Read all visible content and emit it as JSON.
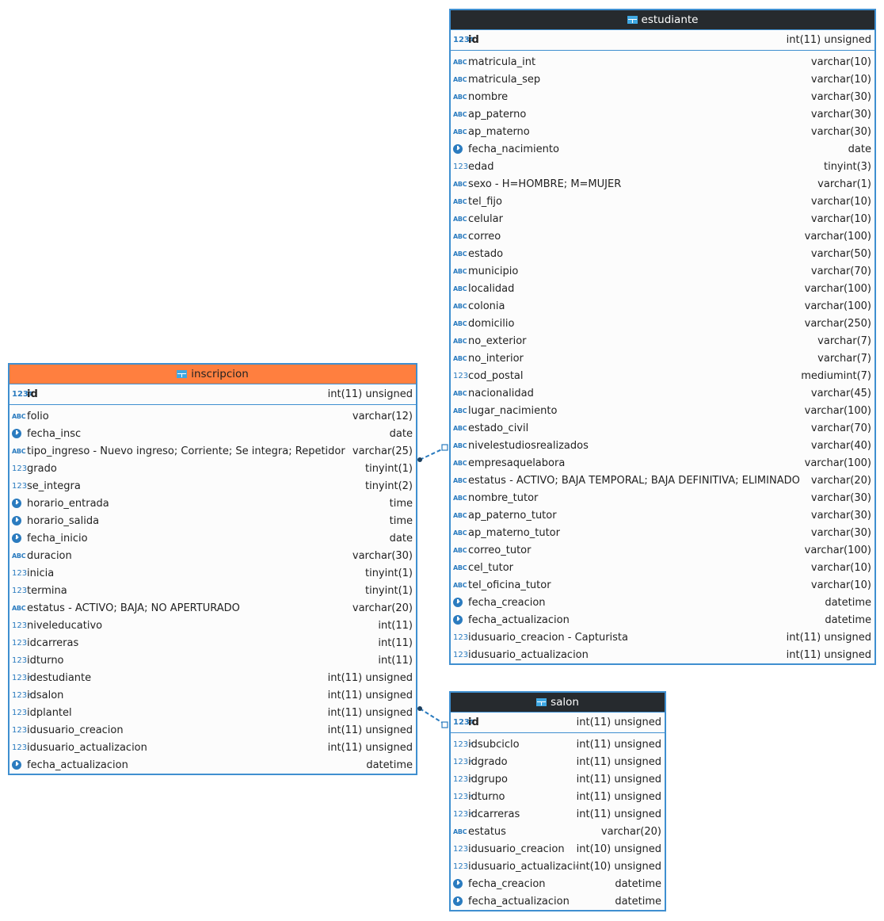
{
  "colors": {
    "dark_header": "#262a2e",
    "orange_header": "#ff7f3f",
    "border": "#3f8fd0",
    "icon": "#2a7bbf"
  },
  "entities": {
    "estudiante": {
      "title": "estudiante",
      "pk": {
        "icon": "key-number-icon",
        "name": "id",
        "type": "int(11) unsigned"
      },
      "columns": [
        {
          "icon": "abc",
          "name": "matricula_int",
          "type": "varchar(10)"
        },
        {
          "icon": "abc",
          "name": "matricula_sep",
          "type": "varchar(10)"
        },
        {
          "icon": "abc",
          "name": "nombre",
          "type": "varchar(30)"
        },
        {
          "icon": "abc",
          "name": "ap_paterno",
          "type": "varchar(30)"
        },
        {
          "icon": "abc",
          "name": "ap_materno",
          "type": "varchar(30)"
        },
        {
          "icon": "clock",
          "name": "fecha_nacimiento",
          "type": "date"
        },
        {
          "icon": "num",
          "name": "edad",
          "type": "tinyint(3)"
        },
        {
          "icon": "abc",
          "name": "sexo - H=HOMBRE; M=MUJER",
          "type": "varchar(1)"
        },
        {
          "icon": "abc",
          "name": "tel_fijo",
          "type": "varchar(10)"
        },
        {
          "icon": "abc",
          "name": "celular",
          "type": "varchar(10)"
        },
        {
          "icon": "abc",
          "name": "correo",
          "type": "varchar(100)"
        },
        {
          "icon": "abc",
          "name": "estado",
          "type": "varchar(50)"
        },
        {
          "icon": "abc",
          "name": "municipio",
          "type": "varchar(70)"
        },
        {
          "icon": "abc",
          "name": "localidad",
          "type": "varchar(100)"
        },
        {
          "icon": "abc",
          "name": "colonia",
          "type": "varchar(100)"
        },
        {
          "icon": "abc",
          "name": "domicilio",
          "type": "varchar(250)"
        },
        {
          "icon": "abc",
          "name": "no_exterior",
          "type": "varchar(7)"
        },
        {
          "icon": "abc",
          "name": "no_interior",
          "type": "varchar(7)"
        },
        {
          "icon": "num",
          "name": "cod_postal",
          "type": "mediumint(7)"
        },
        {
          "icon": "abc",
          "name": "nacionalidad",
          "type": "varchar(45)"
        },
        {
          "icon": "abc",
          "name": "lugar_nacimiento",
          "type": "varchar(100)"
        },
        {
          "icon": "abc",
          "name": "estado_civil",
          "type": "varchar(70)"
        },
        {
          "icon": "abc",
          "name": "nivelestudiosrealizados",
          "type": "varchar(40)"
        },
        {
          "icon": "abc",
          "name": "empresaquelabora",
          "type": "varchar(100)"
        },
        {
          "icon": "abc",
          "name": "estatus - ACTIVO; BAJA TEMPORAL; BAJA DEFINITIVA; ELIMINADO",
          "type": "varchar(20)"
        },
        {
          "icon": "abc",
          "name": "nombre_tutor",
          "type": "varchar(30)"
        },
        {
          "icon": "abc",
          "name": "ap_paterno_tutor",
          "type": "varchar(30)"
        },
        {
          "icon": "abc",
          "name": "ap_materno_tutor",
          "type": "varchar(30)"
        },
        {
          "icon": "abc",
          "name": "correo_tutor",
          "type": "varchar(100)"
        },
        {
          "icon": "abc",
          "name": "cel_tutor",
          "type": "varchar(10)"
        },
        {
          "icon": "abc",
          "name": "tel_oficina_tutor",
          "type": "varchar(10)"
        },
        {
          "icon": "clock",
          "name": "fecha_creacion",
          "type": "datetime"
        },
        {
          "icon": "clock",
          "name": "fecha_actualizacion",
          "type": "datetime"
        },
        {
          "icon": "num",
          "name": "idusuario_creacion - Capturista",
          "type": "int(11) unsigned"
        },
        {
          "icon": "num",
          "name": "idusuario_actualizacion",
          "type": "int(11) unsigned"
        }
      ]
    },
    "inscripcion": {
      "title": "inscripcion",
      "pk": {
        "icon": "key-number-icon",
        "name": "id",
        "type": "int(11) unsigned"
      },
      "columns": [
        {
          "icon": "abc",
          "name": "folio",
          "type": "varchar(12)"
        },
        {
          "icon": "clock",
          "name": "fecha_insc",
          "type": "date"
        },
        {
          "icon": "abc",
          "name": "tipo_ingreso - Nuevo ingreso; Corriente;  Se integra; Repetidor",
          "type": "varchar(25)"
        },
        {
          "icon": "num",
          "name": "grado",
          "type": "tinyint(1)"
        },
        {
          "icon": "num",
          "name": "se_integra",
          "type": "tinyint(2)"
        },
        {
          "icon": "clock",
          "name": "horario_entrada",
          "type": "time"
        },
        {
          "icon": "clock",
          "name": "horario_salida",
          "type": "time"
        },
        {
          "icon": "clock",
          "name": "fecha_inicio",
          "type": "date"
        },
        {
          "icon": "abc",
          "name": "duracion",
          "type": "varchar(30)"
        },
        {
          "icon": "num",
          "name": "inicia",
          "type": "tinyint(1)"
        },
        {
          "icon": "num",
          "name": "termina",
          "type": "tinyint(1)"
        },
        {
          "icon": "abc",
          "name": "estatus - ACTIVO; BAJA; NO APERTURADO",
          "type": "varchar(20)"
        },
        {
          "icon": "num",
          "name": "niveleducativo",
          "type": "int(11)"
        },
        {
          "icon": "num",
          "name": "idcarreras",
          "type": "int(11)"
        },
        {
          "icon": "num",
          "name": "idturno",
          "type": "int(11)"
        },
        {
          "icon": "fk",
          "name": "idestudiante",
          "type": "int(11) unsigned"
        },
        {
          "icon": "fk",
          "name": "idsalon",
          "type": "int(11) unsigned"
        },
        {
          "icon": "num",
          "name": "idplantel",
          "type": "int(11) unsigned"
        },
        {
          "icon": "num",
          "name": "idusuario_creacion",
          "type": "int(11) unsigned"
        },
        {
          "icon": "num",
          "name": "idusuario_actualizacion",
          "type": "int(11) unsigned"
        },
        {
          "icon": "clock",
          "name": "fecha_actualizacion",
          "type": "datetime"
        }
      ]
    },
    "salon": {
      "title": "salon",
      "pk": {
        "icon": "key-number-icon",
        "name": "id",
        "type": "int(11) unsigned"
      },
      "columns": [
        {
          "icon": "fk",
          "name": "idsubciclo",
          "type": "int(11) unsigned"
        },
        {
          "icon": "fk",
          "name": "idgrado",
          "type": "int(11) unsigned"
        },
        {
          "icon": "fk",
          "name": "idgrupo",
          "type": "int(11) unsigned"
        },
        {
          "icon": "fk",
          "name": "idturno",
          "type": "int(11) unsigned"
        },
        {
          "icon": "fk",
          "name": "idcarreras",
          "type": "int(11) unsigned"
        },
        {
          "icon": "abc",
          "name": "estatus",
          "type": "varchar(20)"
        },
        {
          "icon": "num",
          "name": "idusuario_creacion",
          "type": "int(10) unsigned"
        },
        {
          "icon": "num",
          "name": "idusuario_actualizacion",
          "type": "int(10) unsigned"
        },
        {
          "icon": "clock",
          "name": "fecha_creacion",
          "type": "datetime"
        },
        {
          "icon": "clock",
          "name": "fecha_actualizacion",
          "type": "datetime"
        }
      ]
    }
  },
  "relations": [
    {
      "from": "inscripcion",
      "to": "estudiante"
    },
    {
      "from": "inscripcion",
      "to": "salon"
    }
  ]
}
